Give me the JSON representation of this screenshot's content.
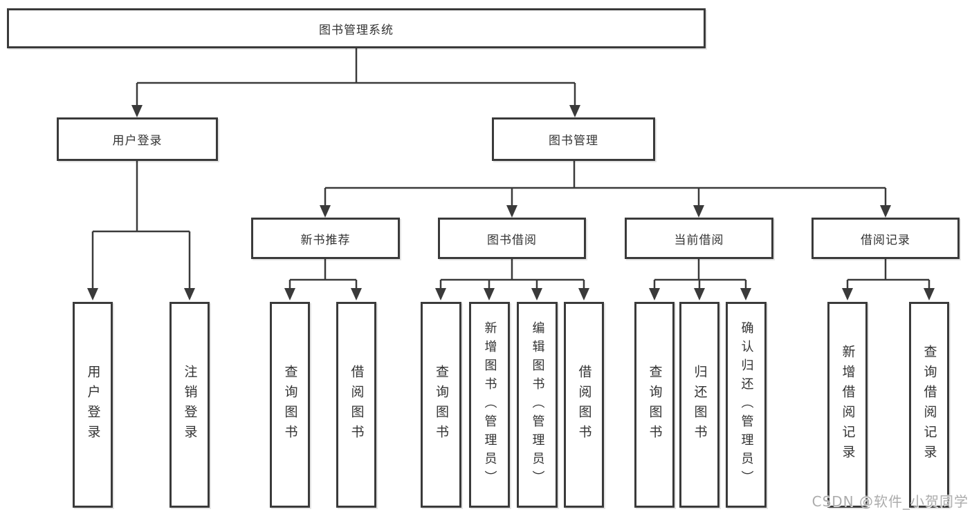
{
  "title": "图书管理系统",
  "watermark": {
    "text": "CSDN @软件_小贺同学"
  },
  "colors": {
    "line": "#3a3a3a",
    "text": "#333333",
    "background": "#ffffff",
    "box_fill": "#ffffff",
    "watermark": "#a8a8a8"
  },
  "tree": {
    "label": "图书管理系统",
    "children": [
      {
        "label": "用户登录",
        "children": [
          {
            "label": "用户登录"
          },
          {
            "label": "注销登录"
          }
        ]
      },
      {
        "label": "图书管理",
        "children": [
          {
            "label": "新书推荐",
            "children": [
              {
                "label": "查询图书"
              },
              {
                "label": "借阅图书"
              }
            ]
          },
          {
            "label": "图书借阅",
            "children": [
              {
                "label": "查询图书"
              },
              {
                "label": "新增图书（管理员）"
              },
              {
                "label": "编辑图书（管理员）"
              },
              {
                "label": "借阅图书"
              }
            ]
          },
          {
            "label": "当前借阅",
            "children": [
              {
                "label": "查询图书"
              },
              {
                "label": "归还图书"
              },
              {
                "label": "确认归还（管理员）"
              }
            ]
          },
          {
            "label": "借阅记录",
            "children": [
              {
                "label": "新增借阅记录"
              },
              {
                "label": "查询借阅记录"
              }
            ]
          }
        ]
      }
    ]
  }
}
